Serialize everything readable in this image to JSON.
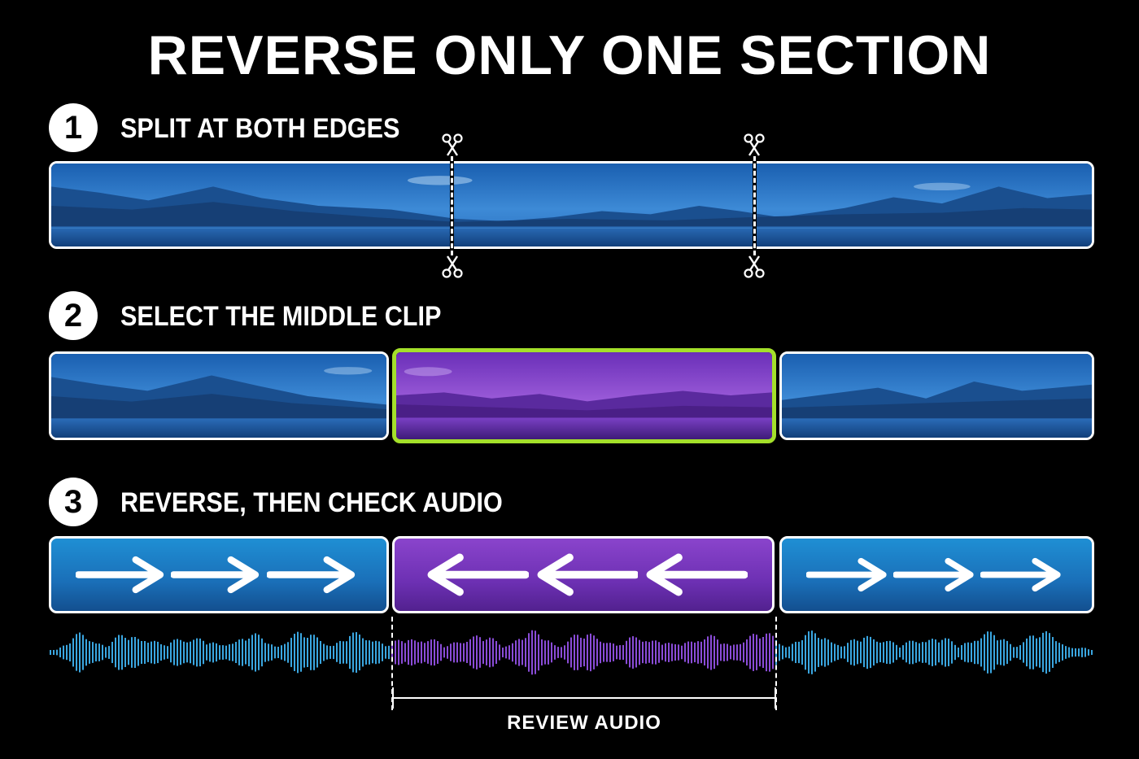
{
  "title": "REVERSE ONLY ONE SECTION",
  "steps": [
    {
      "number": "1",
      "label": "SPLIT AT BOTH EDGES"
    },
    {
      "number": "2",
      "label": "SELECT THE MIDDLE CLIP"
    },
    {
      "number": "3",
      "label": "REVERSE, THEN CHECK AUDIO"
    }
  ],
  "review_label": "REVIEW AUDIO",
  "colors": {
    "background": "#000000",
    "clip_blue": "#1e7fc8",
    "clip_purple": "#7a3cc4",
    "selection_outline": "#a4e02a",
    "wave_blue": "#3aa6e0",
    "wave_purple": "#8a4cd8"
  },
  "icons": {
    "cut_marker": "scissors-icon",
    "forward": "arrow-right-icon",
    "reversed": "arrow-left-icon"
  }
}
